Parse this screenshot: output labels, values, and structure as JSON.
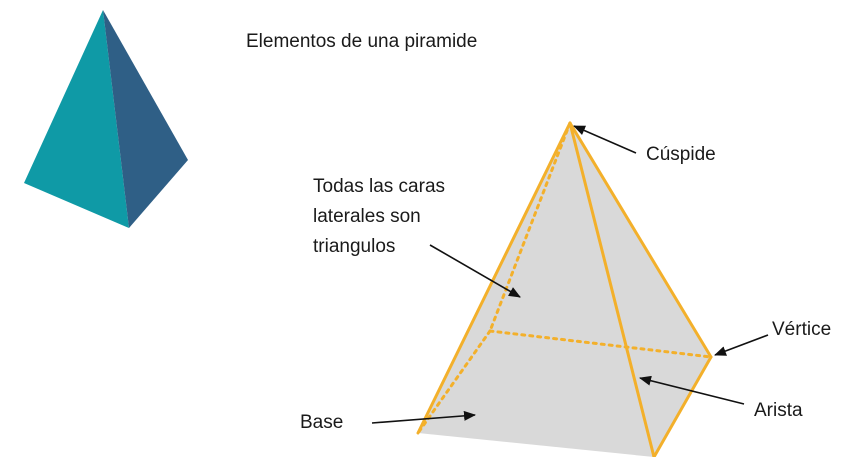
{
  "title": "Elementos de una piramide",
  "labels": {
    "cuspide": "Cúspide",
    "caras_line1": "Todas las caras",
    "caras_line2": "laterales son",
    "caras_line3": "triangulos",
    "vertice": "Vértice",
    "arista": "Arista",
    "base": "Base"
  },
  "colors": {
    "small_pyramid_left": "#0f9aa6",
    "small_pyramid_right": "#2f5f86",
    "pyramid_face": "#d9d9d9",
    "edge": "#f3b02b",
    "text": "#1a1a1a",
    "arrow": "#111111"
  },
  "icons": {
    "small_pyramid": "teal-pyramid-icon",
    "pointer": "arrow-pointer"
  }
}
